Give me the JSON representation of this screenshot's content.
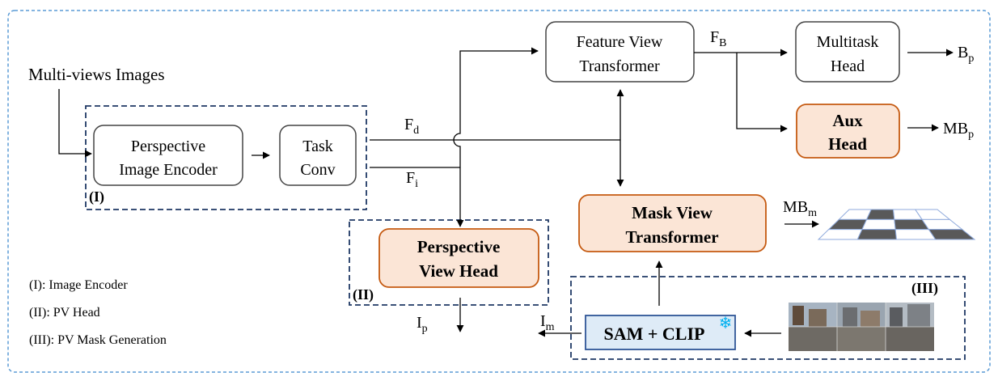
{
  "colors": {
    "outer_border": "#5b9bd5",
    "group_border": "#1f3864",
    "box_stroke": "#444444",
    "orange_fill": "#fbe5d6",
    "orange_stroke": "#c55a11",
    "blue_fill": "#deebf7",
    "blue_stroke": "#2f5597",
    "snowflake": "#00b0f0",
    "grid_dark": "#595959",
    "grid_light": "#ffffff",
    "grid_line": "#8faadc"
  },
  "input": {
    "label": "Multi-views Images"
  },
  "boxes": {
    "perspective_encoder": {
      "line1": "Perspective",
      "line2": "Image Encoder"
    },
    "task_conv": {
      "line1": "Task",
      "line2": "Conv"
    },
    "feature_view_transformer": {
      "line1": "Feature View",
      "line2": "Transformer"
    },
    "multitask_head": {
      "line1": "Multitask",
      "line2": "Head"
    },
    "aux_head": {
      "line1": "Aux",
      "line2": "Head"
    },
    "mask_view_transformer": {
      "line1": "Mask View",
      "line2": "Transformer"
    },
    "perspective_view_head": {
      "line1": "Perspective",
      "line2": "View Head"
    },
    "sam_clip": {
      "label": "SAM + CLIP",
      "icon": "snowflake-icon",
      "glyph": "❄"
    }
  },
  "signals": {
    "fd": {
      "base": "F",
      "sub": "d"
    },
    "fi": {
      "base": "F",
      "sub": "i"
    },
    "fb": {
      "base": "F",
      "sub": "B"
    },
    "bp": {
      "base": "B",
      "sub": "p"
    },
    "mbp": {
      "base": "MB",
      "sub": "p"
    },
    "mbm": {
      "base": "MB",
      "sub": "m"
    },
    "ip": {
      "base": "I",
      "sub": "p"
    },
    "im": {
      "base": "I",
      "sub": "m"
    }
  },
  "groups": {
    "g1": "(I)",
    "g2": "(II)",
    "g3": "(III)"
  },
  "legend": [
    "(I): Image Encoder",
    "(II): PV Head",
    "(III): PV Mask Generation"
  ],
  "images": {
    "street_views": "street-view-photos"
  }
}
